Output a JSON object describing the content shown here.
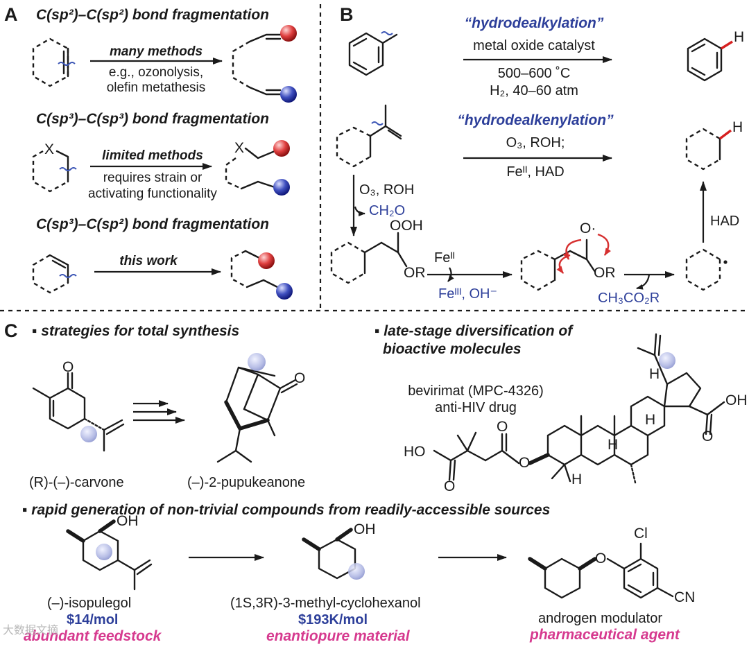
{
  "panels": {
    "a": "A",
    "b": "B",
    "c": "C"
  },
  "panel_a": {
    "head1": "C(sp²)–C(sp²) bond fragmentation",
    "many": "many methods",
    "eg": "e.g., ozonolysis,",
    "olefin": "olefin metathesis",
    "head2": "C(sp³)–C(sp³) bond fragmentation",
    "limited": "limited methods",
    "requires": "requires strain or",
    "activating": "activating functionality",
    "x": "X",
    "head3": "C(sp³)–C(sp²) bond fragmentation",
    "thiswork": "this work"
  },
  "panel_b": {
    "hydrodealkylation": "“hydrodealkylation”",
    "metal_oxide": "metal oxide catalyst",
    "temp": "500–600 ˚C",
    "h2": "H₂, 40–60 atm",
    "h": "H",
    "hydrodealkenylation": "“hydrodealkenylation”",
    "o3_roh": "O₃, ROH;",
    "fe_had": "Feᴵᴵ, HAD",
    "o3_roh2": "O₃, ROH",
    "ch2o": "CH₂O",
    "ooh": "OOH",
    "or": "OR",
    "fe2": "Feᴵᴵ",
    "fe3": "Feᴵᴵᴵ, OH⁻",
    "o_rad": "O·",
    "or2": "OR",
    "ch3co2r": "CH₃CO₂R",
    "had": "HAD"
  },
  "panel_c": {
    "bullet1": "▪ strategies for total synthesis",
    "bullet2a": "▪ late-stage diversification of",
    "bullet2b": "bioactive molecules",
    "o": "O",
    "carvone": "(R)-(–)-carvone",
    "pupukeanone": "(–)-2-pupukeanone",
    "bevirimat": "bevirimat (MPC-4326)",
    "antihiv": "anti-HIV drug",
    "ho": "HO",
    "oh": "OH",
    "h": "H",
    "bullet3": "▪ rapid generation of non-trivial compounds from readily-accessible sources",
    "isopulegol": "(–)-isopulegol",
    "price1": "$14/mol",
    "abundant": "abundant feedstock",
    "methylcyclohexanol": "(1S,3R)-3-methyl-cyclohexanol",
    "price2": "$193K/mol",
    "enantiopure": "enantiopure material",
    "cl": "Cl",
    "cn": "CN",
    "androgen": "androgen modulator",
    "pharma": "pharmaceutical agent",
    "watermark": "大数据文摘"
  },
  "colors": {
    "accent_blue": "#2d3f9a",
    "accent_pink": "#d63a8f",
    "ball_red": "#e04040",
    "ball_blue": "#4050c0"
  }
}
